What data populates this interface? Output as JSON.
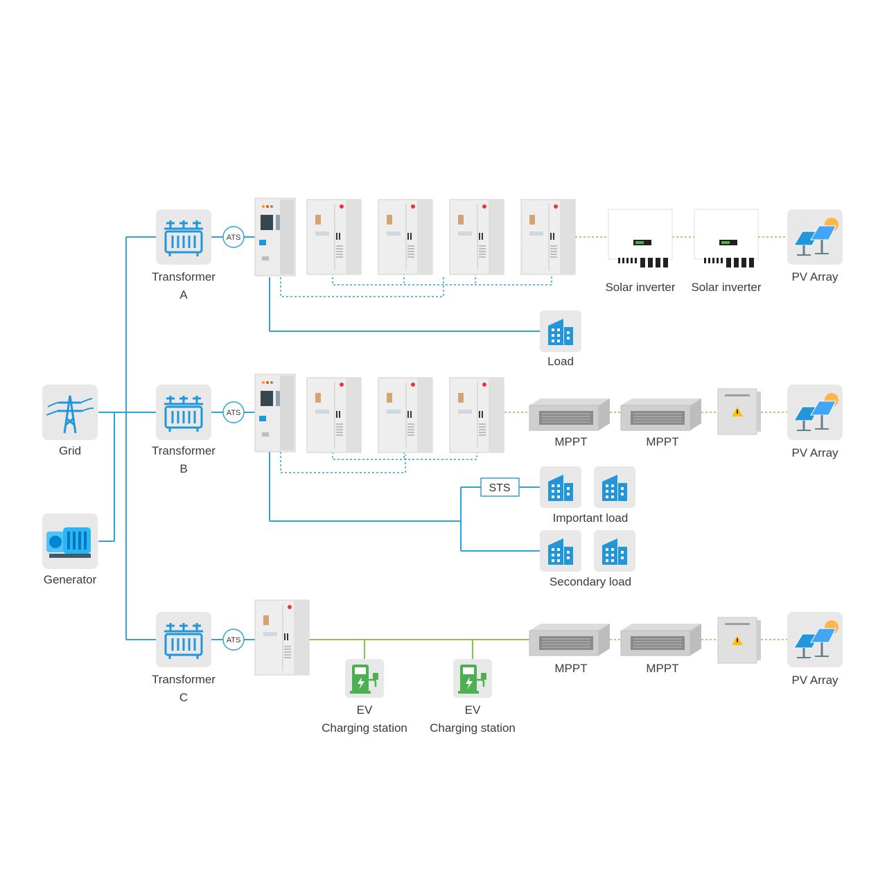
{
  "labels": {
    "grid": "Grid",
    "generator": "Generator",
    "transformer_a": [
      "Transformer",
      "A"
    ],
    "transformer_b": [
      "Transformer",
      "B"
    ],
    "transformer_c": [
      "Transformer",
      "C"
    ],
    "ats": "ATS",
    "sts": "STS",
    "solar_inverter": "Solar inverter",
    "pv_array": "PV Array",
    "load": "Load",
    "mppt": "MPPT",
    "important_load": "Important load",
    "secondary_load": "Secondary load",
    "ev_station": [
      "EV",
      "Charging station"
    ]
  },
  "colors": {
    "ac_line": "#2ea3d9",
    "dc_line": "#8bc34a",
    "dotted_line": "#2ea3d9",
    "icon_blue": "#2196d9",
    "icon_tile": "#e8e8e8",
    "ev_green": "#4caf50"
  }
}
